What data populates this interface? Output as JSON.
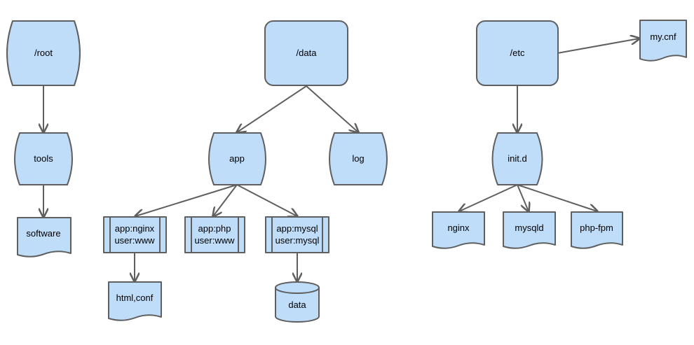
{
  "diagram": {
    "nodes": {
      "root": "/root",
      "tools": "tools",
      "software": "software",
      "data_dir": "/data",
      "app": "app",
      "log": "log",
      "app_nginx": [
        "app:nginx",
        "user:www"
      ],
      "app_php": [
        "app:php",
        "user:www"
      ],
      "app_mysql": [
        "app:mysql",
        "user:mysql"
      ],
      "html_conf": "html,conf",
      "mysql_data": "data",
      "etc": "/etc",
      "my_cnf": "my.cnf",
      "init_d": "init.d",
      "nginx": "nginx",
      "mysqld": "mysqld",
      "php_fpm": "php-fpm"
    },
    "edges": [
      [
        "/root",
        "tools"
      ],
      [
        "tools",
        "software"
      ],
      [
        "/data",
        "app"
      ],
      [
        "/data",
        "log"
      ],
      [
        "app",
        "app:nginx"
      ],
      [
        "app",
        "app:php"
      ],
      [
        "app",
        "app:mysql"
      ],
      [
        "app:nginx",
        "html,conf"
      ],
      [
        "app:mysql",
        "data"
      ],
      [
        "/etc",
        "my.cnf"
      ],
      [
        "/etc",
        "init.d"
      ],
      [
        "init.d",
        "nginx"
      ],
      [
        "init.d",
        "mysqld"
      ],
      [
        "init.d",
        "php-fpm"
      ]
    ]
  }
}
